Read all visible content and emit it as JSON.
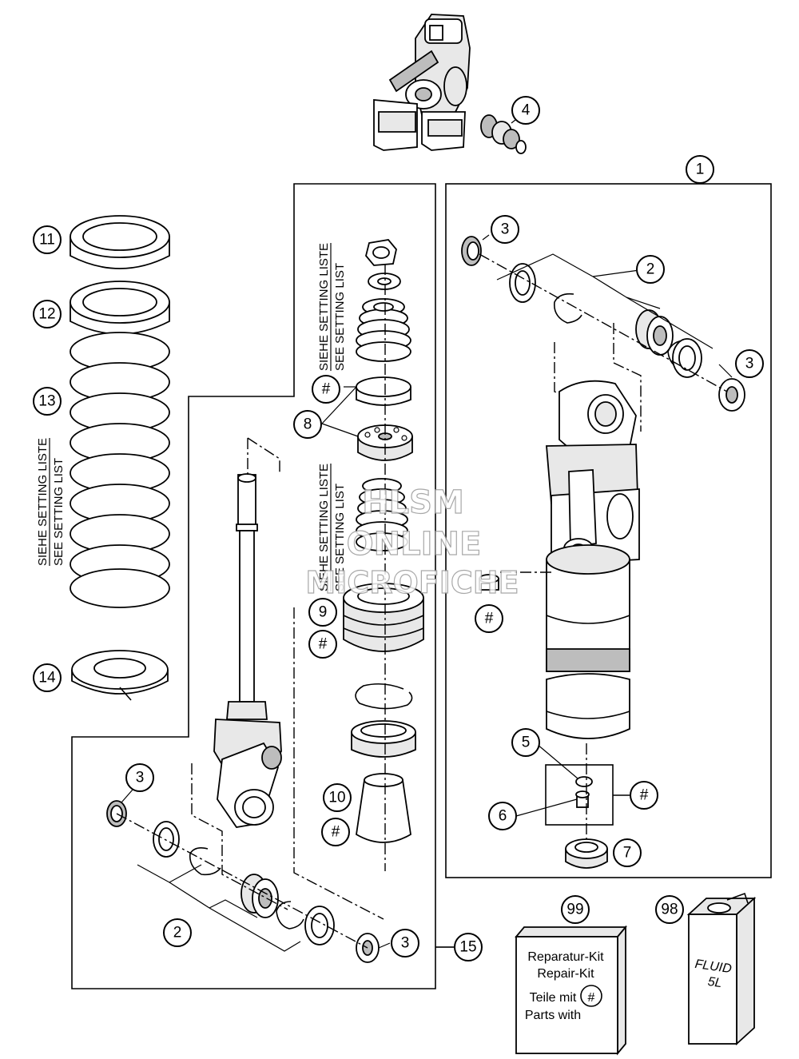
{
  "callouts": {
    "c1": "1",
    "c2a": "2",
    "c2b": "2",
    "c3a": "3",
    "c3b": "3",
    "c3c": "3",
    "c3d": "3",
    "c4": "4",
    "c5": "5",
    "c6": "6",
    "c7": "7",
    "c8": "8",
    "c9": "9",
    "c10": "10",
    "c11": "11",
    "c12": "12",
    "c13": "13",
    "c14": "14",
    "c15": "15",
    "c98": "98",
    "c99": "99",
    "h1": "#",
    "h2": "#",
    "h3": "#",
    "h4": "#",
    "h5": "#",
    "h6": "#"
  },
  "setting_list": {
    "de": "SIEHE SETTING LISTE",
    "en": "SEE SETTING LIST"
  },
  "kit": {
    "line1": "Reparatur-Kit",
    "line2": "Repair-Kit",
    "line3": "Teile mit",
    "line4": "Parts with",
    "mark": "#"
  },
  "can": {
    "line1": "FLUID",
    "line2": "5L"
  },
  "watermark": {
    "line1": "HLSM",
    "line2": "ONLINE",
    "line3": "MICROFICHE"
  }
}
